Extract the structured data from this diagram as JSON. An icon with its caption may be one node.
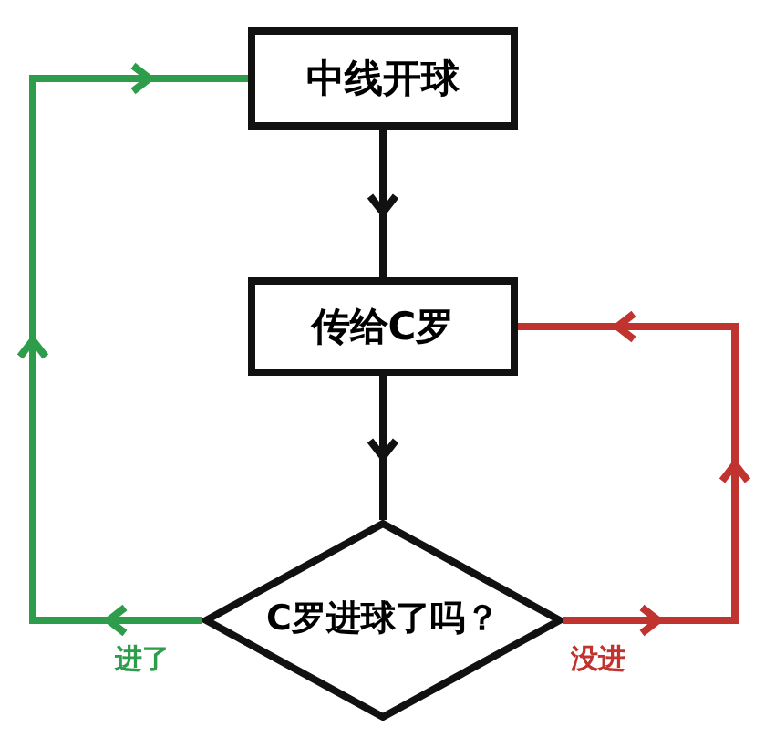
{
  "diagram": {
    "nodes": [
      {
        "text": [
          "中线开球"
        ]
      },
      {
        "text": [
          "传给C罗"
        ]
      },
      {
        "text": [
          "C罗进球了吗？"
        ]
      }
    ],
    "edges": [
      {
        "from": 0,
        "to": 1,
        "arrow": "to"
      },
      {
        "from": 1,
        "to": 2,
        "arrow": "to"
      },
      {
        "from": 2,
        "to": 0,
        "arrow": "to",
        "label": "进了",
        "color": "#2e9d4b"
      },
      {
        "from": 2,
        "to": 1,
        "arrow": "to",
        "label": "没进",
        "color": "#c0332e"
      }
    ]
  }
}
